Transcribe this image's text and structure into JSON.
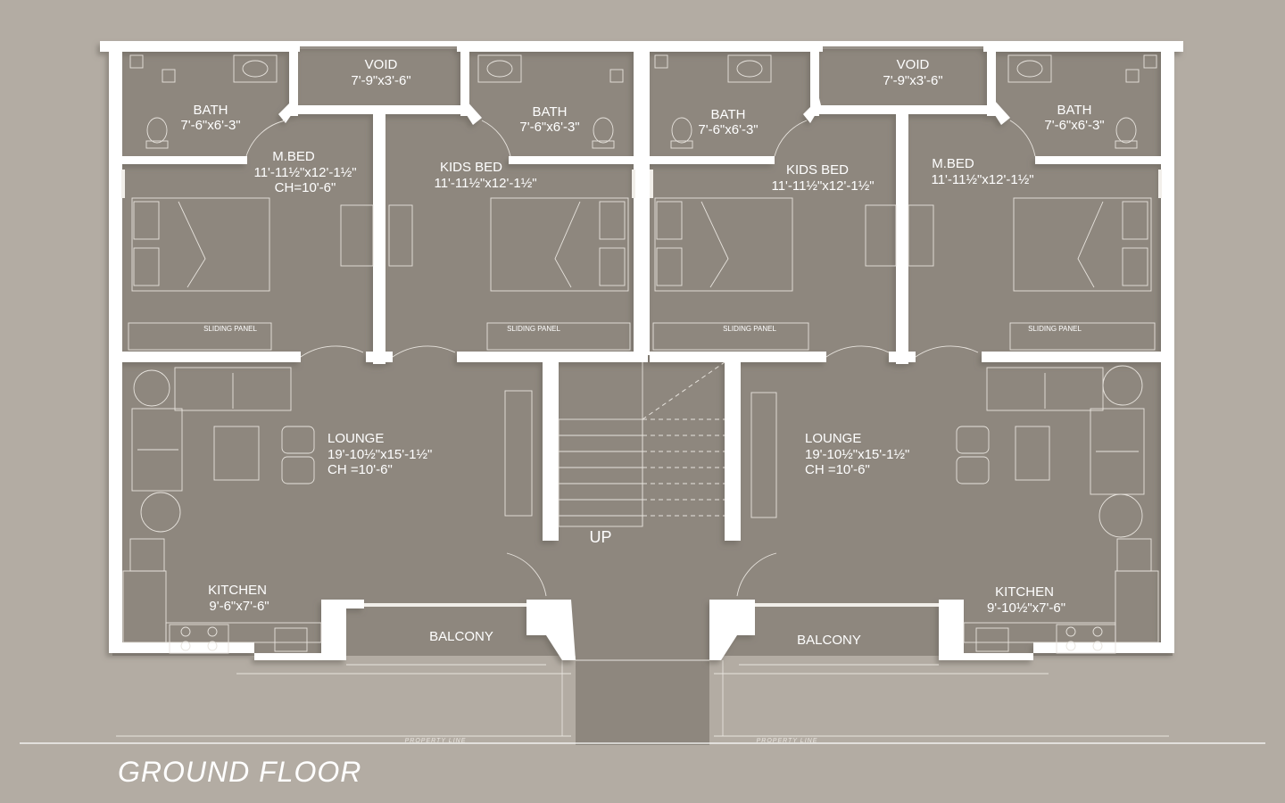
{
  "title": "GROUND FLOOR",
  "property_line": "PROPERTY LINE",
  "stair_label": "UP",
  "colors": {
    "background": "#b3aca3",
    "floor": "#8e877e",
    "wall": "#ffffff"
  },
  "rooms": {
    "void_left": {
      "name": "VOID",
      "size": "7'-9\"x3'-6\""
    },
    "void_right": {
      "name": "VOID",
      "size": "7'-9\"x3'-6\""
    },
    "bath_1": {
      "name": "BATH",
      "size": "7'-6\"x6'-3\""
    },
    "bath_2": {
      "name": "BATH",
      "size": "7'-6\"x6'-3\""
    },
    "bath_3": {
      "name": "BATH",
      "size": "7'-6\"x6'-3\""
    },
    "bath_4": {
      "name": "BATH",
      "size": "7'-6\"x6'-3\""
    },
    "mbed_left": {
      "name": "M.BED",
      "size": "11'-11½\"x12'-1½\"",
      "ch": "CH=10'-6\""
    },
    "kids_left": {
      "name": "KIDS BED",
      "size": "11'-11½\"x12'-1½\""
    },
    "kids_right": {
      "name": "KIDS BED",
      "size": "11'-11½\"x12'-1½\""
    },
    "mbed_right": {
      "name": "M.BED",
      "size": "11'-11½\"x12'-1½\""
    },
    "lounge_left": {
      "name": "LOUNGE",
      "size": "19'-10½\"x15'-1½\"",
      "ch": "CH =10'-6\""
    },
    "lounge_right": {
      "name": "LOUNGE",
      "size": "19'-10½\"x15'-1½\"",
      "ch": "CH =10'-6\""
    },
    "kitchen_left": {
      "name": "KITCHEN",
      "size": "9'-6\"x7'-6\""
    },
    "kitchen_right": {
      "name": "KITCHEN",
      "size": "9'-10½\"x7'-6\""
    },
    "balcony_left": {
      "name": "BALCONY"
    },
    "balcony_right": {
      "name": "BALCONY"
    }
  },
  "sliding_panel": "SLIDING PANEL"
}
